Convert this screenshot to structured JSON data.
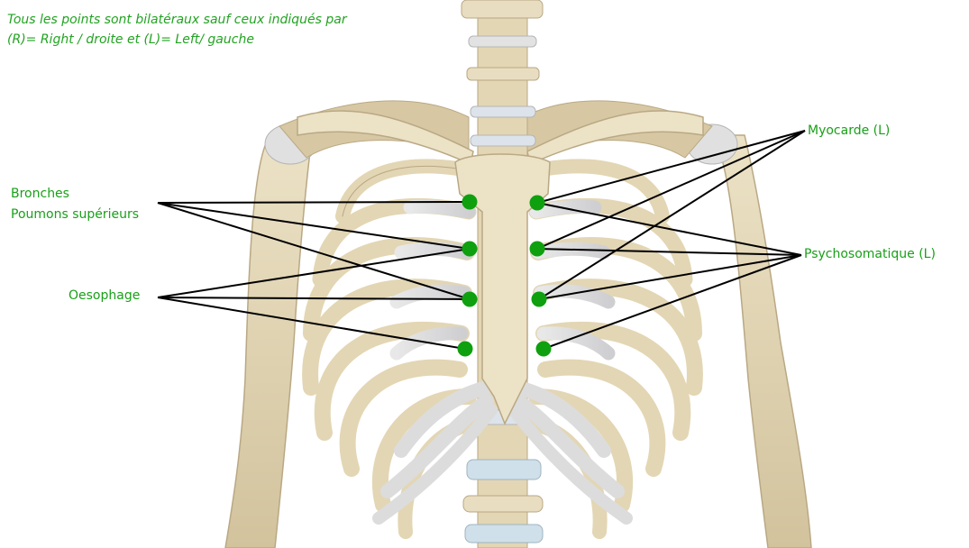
{
  "note": {
    "line1": "Tous les points sont bilatéraux sauf ceux indiqués par",
    "line2": "(R)= Right / droite et (L)= Left/ gauche"
  },
  "labels": {
    "bronches": "Bronches",
    "poumons": "Poumons supérieurs",
    "oesophage": "Oesophage",
    "myocarde": "Myocarde (L)",
    "psychosomatique": "Psychosomatique (L)"
  },
  "colors": {
    "text_green": "#19a019",
    "point_green": "#0fa00f",
    "leader_line": "#000000",
    "bone": "#e3d6b4",
    "bone_shadow": "#b9a884",
    "cartilage": "#dcdcdc",
    "background": "#ffffff"
  }
}
